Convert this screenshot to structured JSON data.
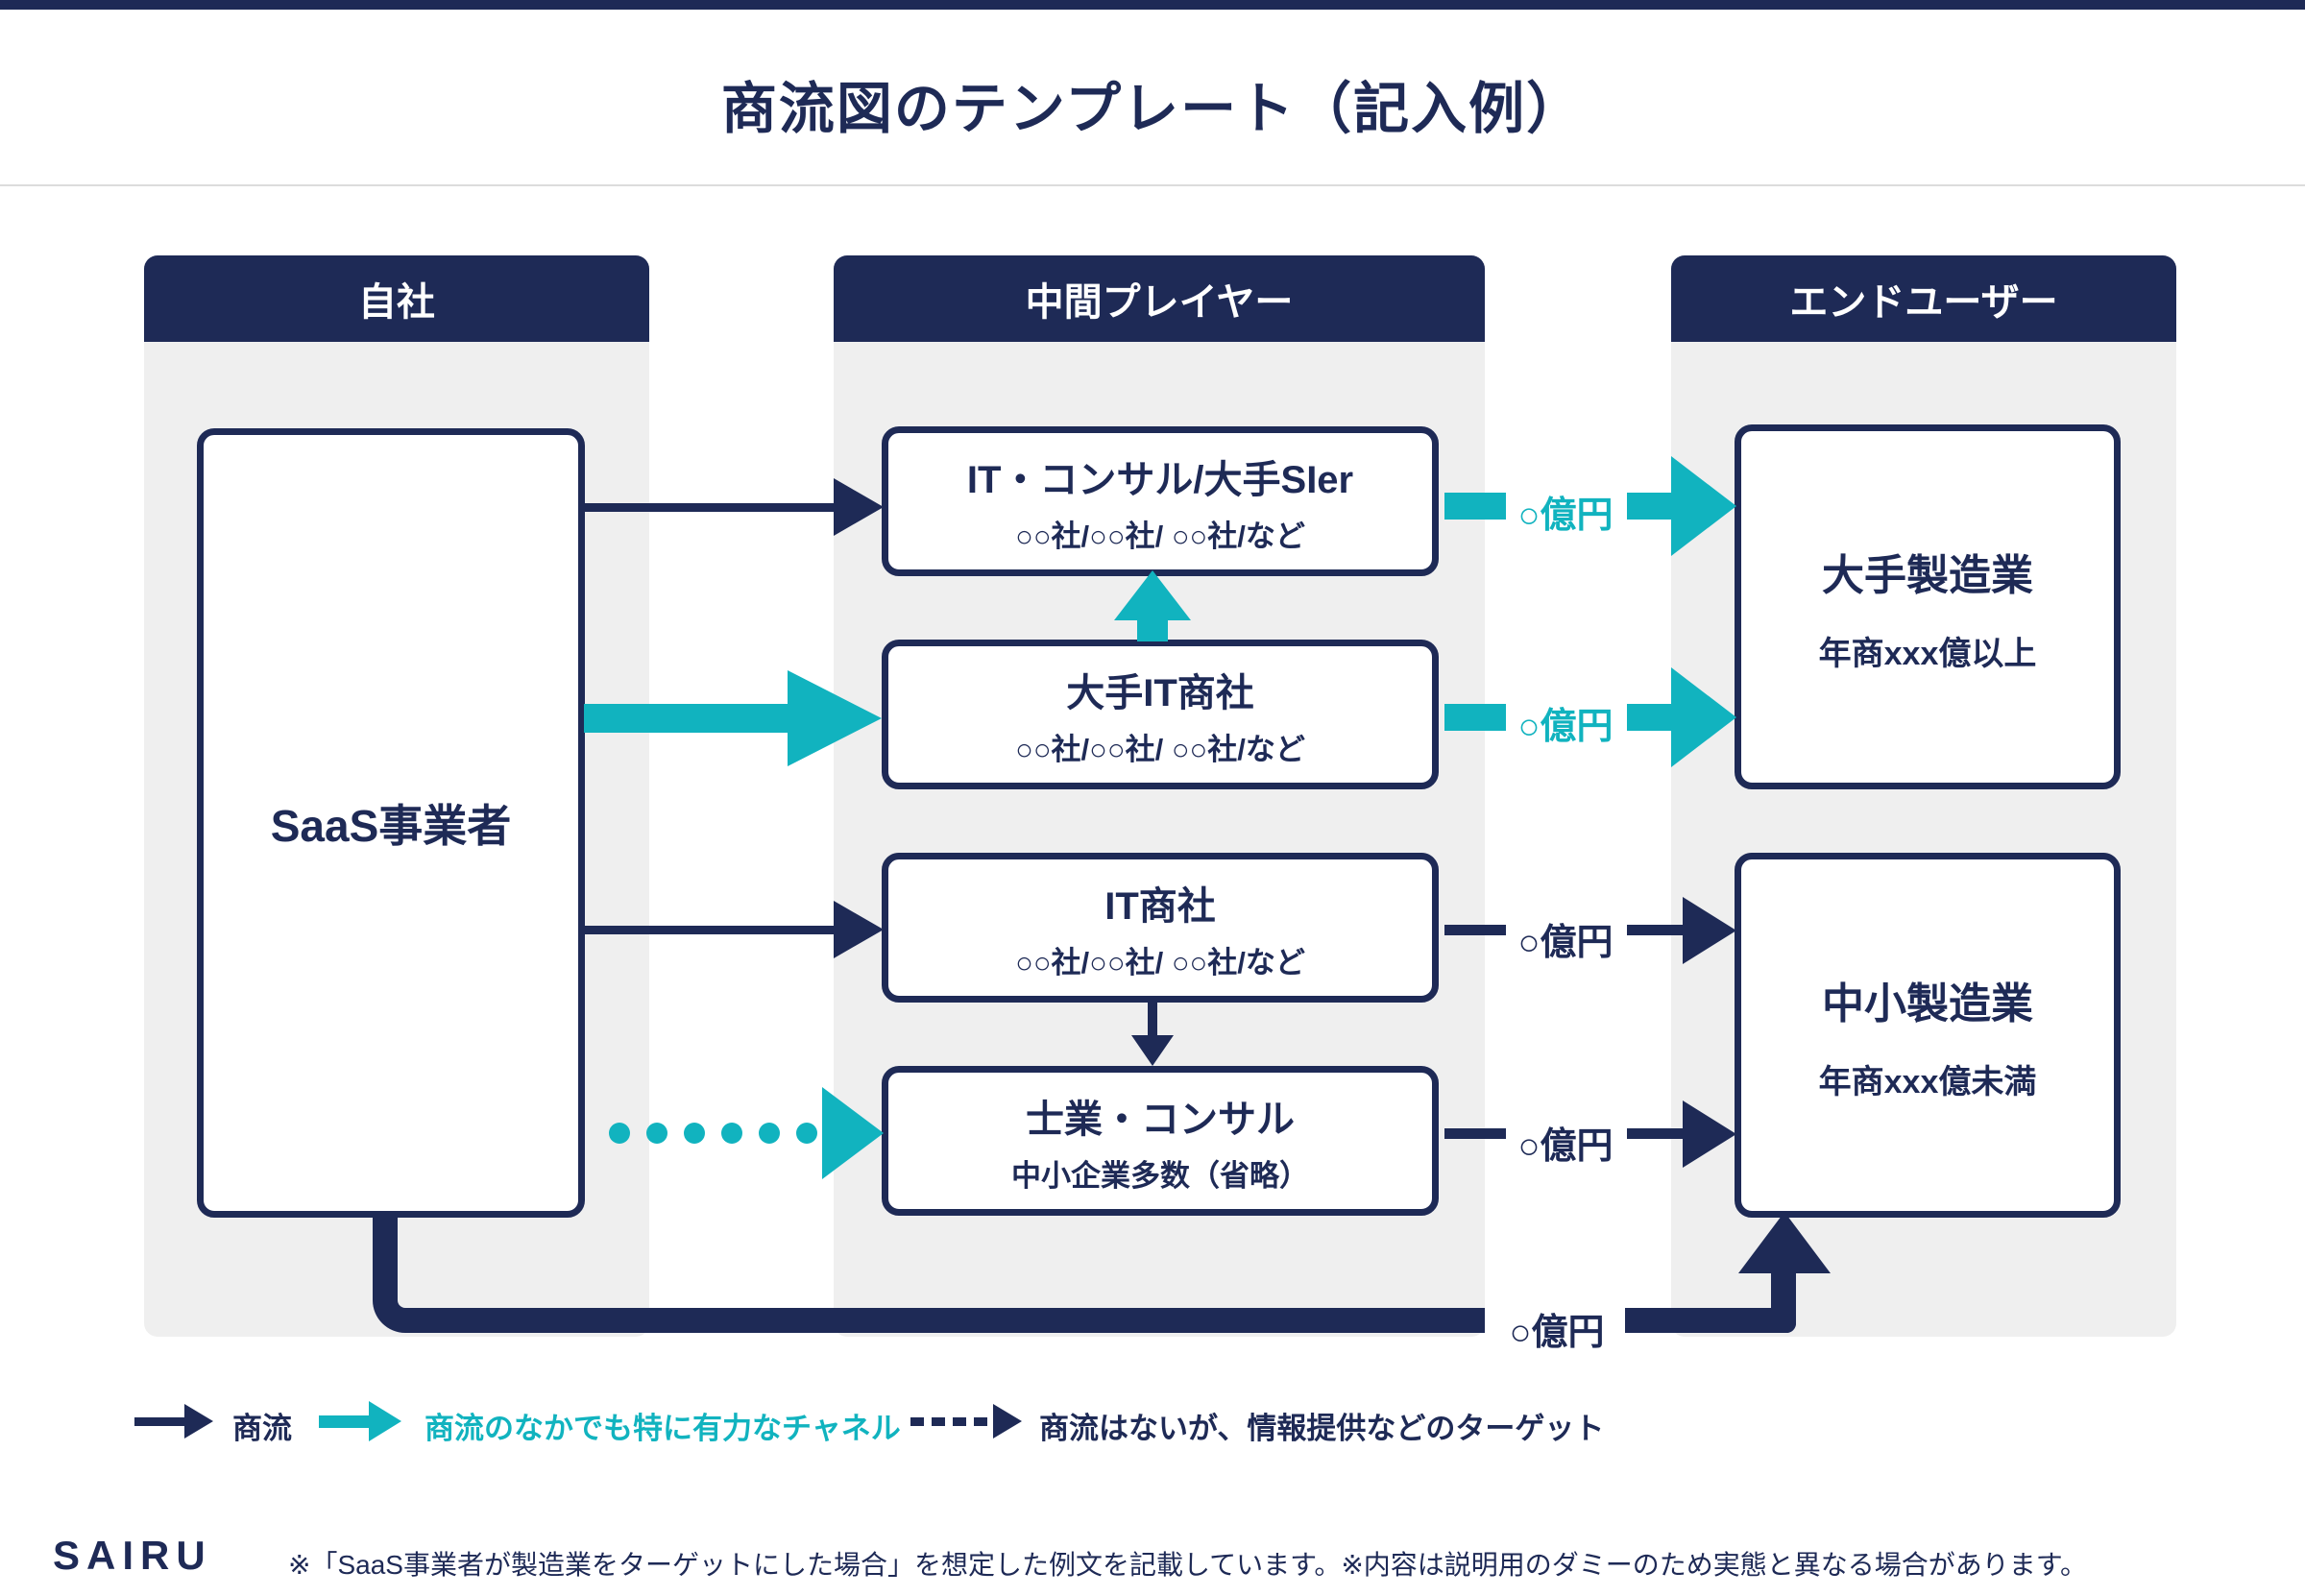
{
  "page": {
    "title": "商流図のテンプレート（記入例）"
  },
  "columns": {
    "own": {
      "header": "自社"
    },
    "middle": {
      "header": "中間プレイヤー"
    },
    "end": {
      "header": "エンドユーザー"
    }
  },
  "own_company": {
    "label": "SaaS事業者"
  },
  "middle_boxes": [
    {
      "title": "IT・コンサル/大手SIer",
      "subtitle": "○○社/○○社/ ○○社/など"
    },
    {
      "title": "大手IT商社",
      "subtitle": "○○社/○○社/ ○○社/など"
    },
    {
      "title": "IT商社",
      "subtitle": "○○社/○○社/ ○○社/など"
    },
    {
      "title": "士業・コンサル",
      "subtitle": "中小企業多数（省略）"
    }
  ],
  "end_boxes": [
    {
      "title": "大手製造業",
      "subtitle": "年商xxx億以上"
    },
    {
      "title": "中小製造業",
      "subtitle": "年商xxx億未満"
    }
  ],
  "flow_labels": {
    "sier_to_large": "○億円",
    "trading_to_large": "○億円",
    "itshosha_to_sme": "○億円",
    "shigyo_to_sme": "○億円",
    "direct_to_sme": "○億円"
  },
  "legend": {
    "items": [
      {
        "label": "商流",
        "style": "solid-navy"
      },
      {
        "label": "商流のなかでも特に有力なチャネル",
        "style": "solid-teal"
      },
      {
        "label": "商流はないが、情報提供などのターゲット",
        "style": "dotted-navy"
      }
    ]
  },
  "footer": {
    "logo": "SAIRU",
    "note": "※「SaaS事業者が製造業をターゲットにした場合」を想定した例文を記載しています。※内容は説明用のダミーのため実態と異なる場合があります。"
  },
  "colors": {
    "navy": "#1e2a56",
    "teal": "#11b3bf",
    "panel": "#efefef"
  }
}
